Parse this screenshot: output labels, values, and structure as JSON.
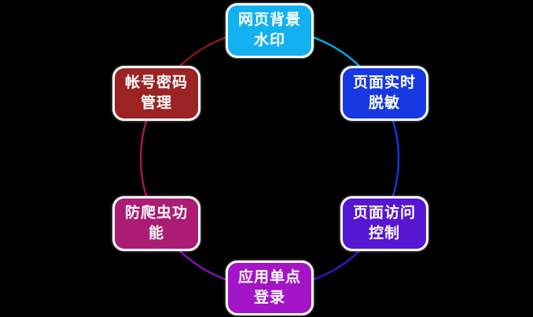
{
  "diagram": {
    "type": "cycle",
    "background": "#000000",
    "text_color": "#FFFFFF",
    "border_color": "#FFFFFF"
  },
  "nodes": [
    {
      "id": "web-background-watermark",
      "label": "网页背景水印",
      "lines": [
        "网页背景",
        "水印"
      ],
      "color": "#12B1EF",
      "position": "top"
    },
    {
      "id": "page-realtime-masking",
      "label": "页面实时脱敏",
      "lines": [
        "页面实时",
        "脱敏"
      ],
      "color": "#1838E2",
      "position": "top-right"
    },
    {
      "id": "page-access-control",
      "label": "页面访问控制",
      "lines": [
        "页面访问",
        "控制"
      ],
      "color": "#5617D2",
      "position": "bottom-right"
    },
    {
      "id": "app-single-sign-on",
      "label": "应用单点登录",
      "lines": [
        "应用单点",
        "登录"
      ],
      "color": "#A315C6",
      "position": "bottom"
    },
    {
      "id": "anti-crawler-function",
      "label": "防爬虫功能",
      "lines": [
        "防爬虫功",
        "能"
      ],
      "color": "#AB1C74",
      "position": "bottom-left"
    },
    {
      "id": "account-password-mgmt",
      "label": "帐号密码管理",
      "lines": [
        "帐号密码",
        "管理"
      ],
      "color": "#9B2323",
      "position": "top-left"
    }
  ],
  "arcs": [
    {
      "from": "top",
      "to": "top-right",
      "color": "#00AEEF"
    },
    {
      "from": "top-right",
      "to": "bottom-right",
      "color": "#1535E8"
    },
    {
      "from": "bottom-right",
      "to": "bottom",
      "color": "#4010C8"
    },
    {
      "from": "bottom",
      "to": "bottom-left",
      "color": "#9209BE"
    },
    {
      "from": "bottom-left",
      "to": "top-left",
      "color": "#A5155F"
    },
    {
      "from": "top-left",
      "to": "top",
      "color": "#8C1A1A"
    }
  ]
}
